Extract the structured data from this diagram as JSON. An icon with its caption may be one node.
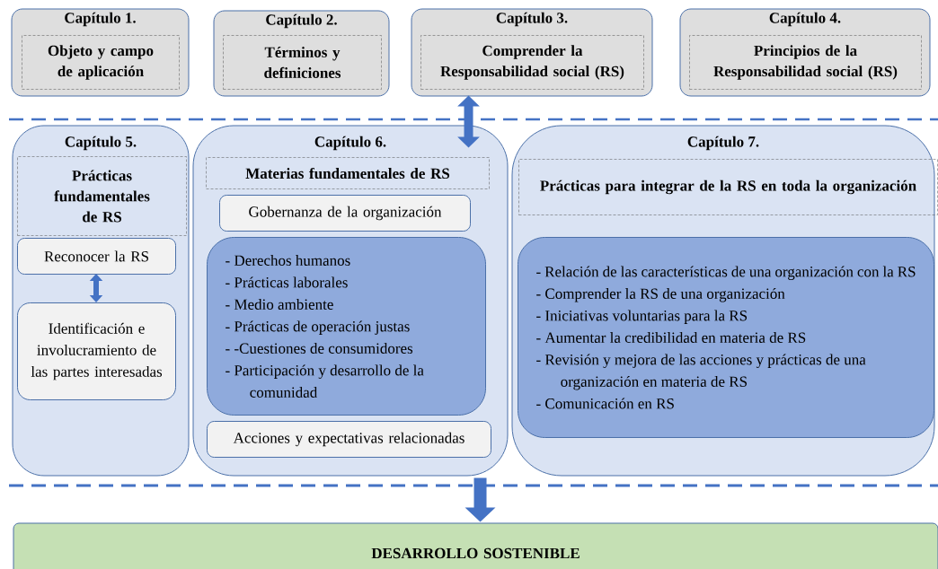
{
  "diagram": {
    "nodes": [
      {
        "text": [
          "Capítulo 1."
        ]
      },
      {
        "text": [
          "Objeto y campo de aplicación"
        ],
        "in": 0
      },
      {
        "text": [
          "Capítulo 2."
        ]
      },
      {
        "text": [
          "Términos y definiciones"
        ],
        "in": 2
      },
      {
        "text": [
          "Capítulo 3."
        ]
      },
      {
        "text": [
          "Comprender la Responsabilidad social (RS)"
        ],
        "in": 4
      },
      {
        "text": [
          "Capítulo 4."
        ]
      },
      {
        "text": [
          "Principios de la Responsabilidad social (RS)"
        ],
        "in": 6
      },
      {
        "text": [
          "Capítulo 5."
        ]
      },
      {
        "text": [
          "Prácticas fundamentales de RS"
        ],
        "in": 8
      },
      {
        "text": [
          "Reconocer la RS"
        ],
        "in": 8
      },
      {
        "text": [
          "Identificación e involucramiento de las partes interesadas"
        ],
        "in": 8
      },
      {
        "text": [
          "Capítulo 6."
        ]
      },
      {
        "text": [
          "Materias fundamentales de RS"
        ],
        "in": 12
      },
      {
        "text": [
          "Gobernanza de la organización"
        ],
        "in": 12
      },
      {
        "text": [
          "- Derechos humanos",
          "- Prácticas laborales",
          "- Medio ambiente",
          "- Prácticas de operación justas",
          "- -Cuestiones de consumidores",
          "- Participación y desarrollo de la comunidad"
        ],
        "in": 12
      },
      {
        "text": [
          "Acciones y expectativas relacionadas"
        ],
        "in": 12
      },
      {
        "text": [
          "Capítulo 7."
        ]
      },
      {
        "text": [
          "Prácticas para integrar de la RS en toda la organización"
        ],
        "in": 17
      },
      {
        "text": [
          "- Relación de las características de una organización con la RS",
          "- Comprender la RS de una organización",
          "- Iniciativas voluntarias para la RS",
          "- Aumentar la credibilidad en materia de RS",
          "- Revisión y mejora de las acciones y prácticas de una organización en materia de RS",
          "- Comunicación en RS"
        ],
        "in": 17
      },
      {
        "text": [
          "DESARROLLO SOSTENIBLE"
        ]
      }
    ],
    "edges": [
      {
        "from": 4,
        "to": 12,
        "arrow": "both"
      },
      {
        "from": 10,
        "to": 11,
        "arrow": "both"
      },
      {
        "from": 12,
        "to": 20,
        "arrow": "to"
      }
    ]
  }
}
